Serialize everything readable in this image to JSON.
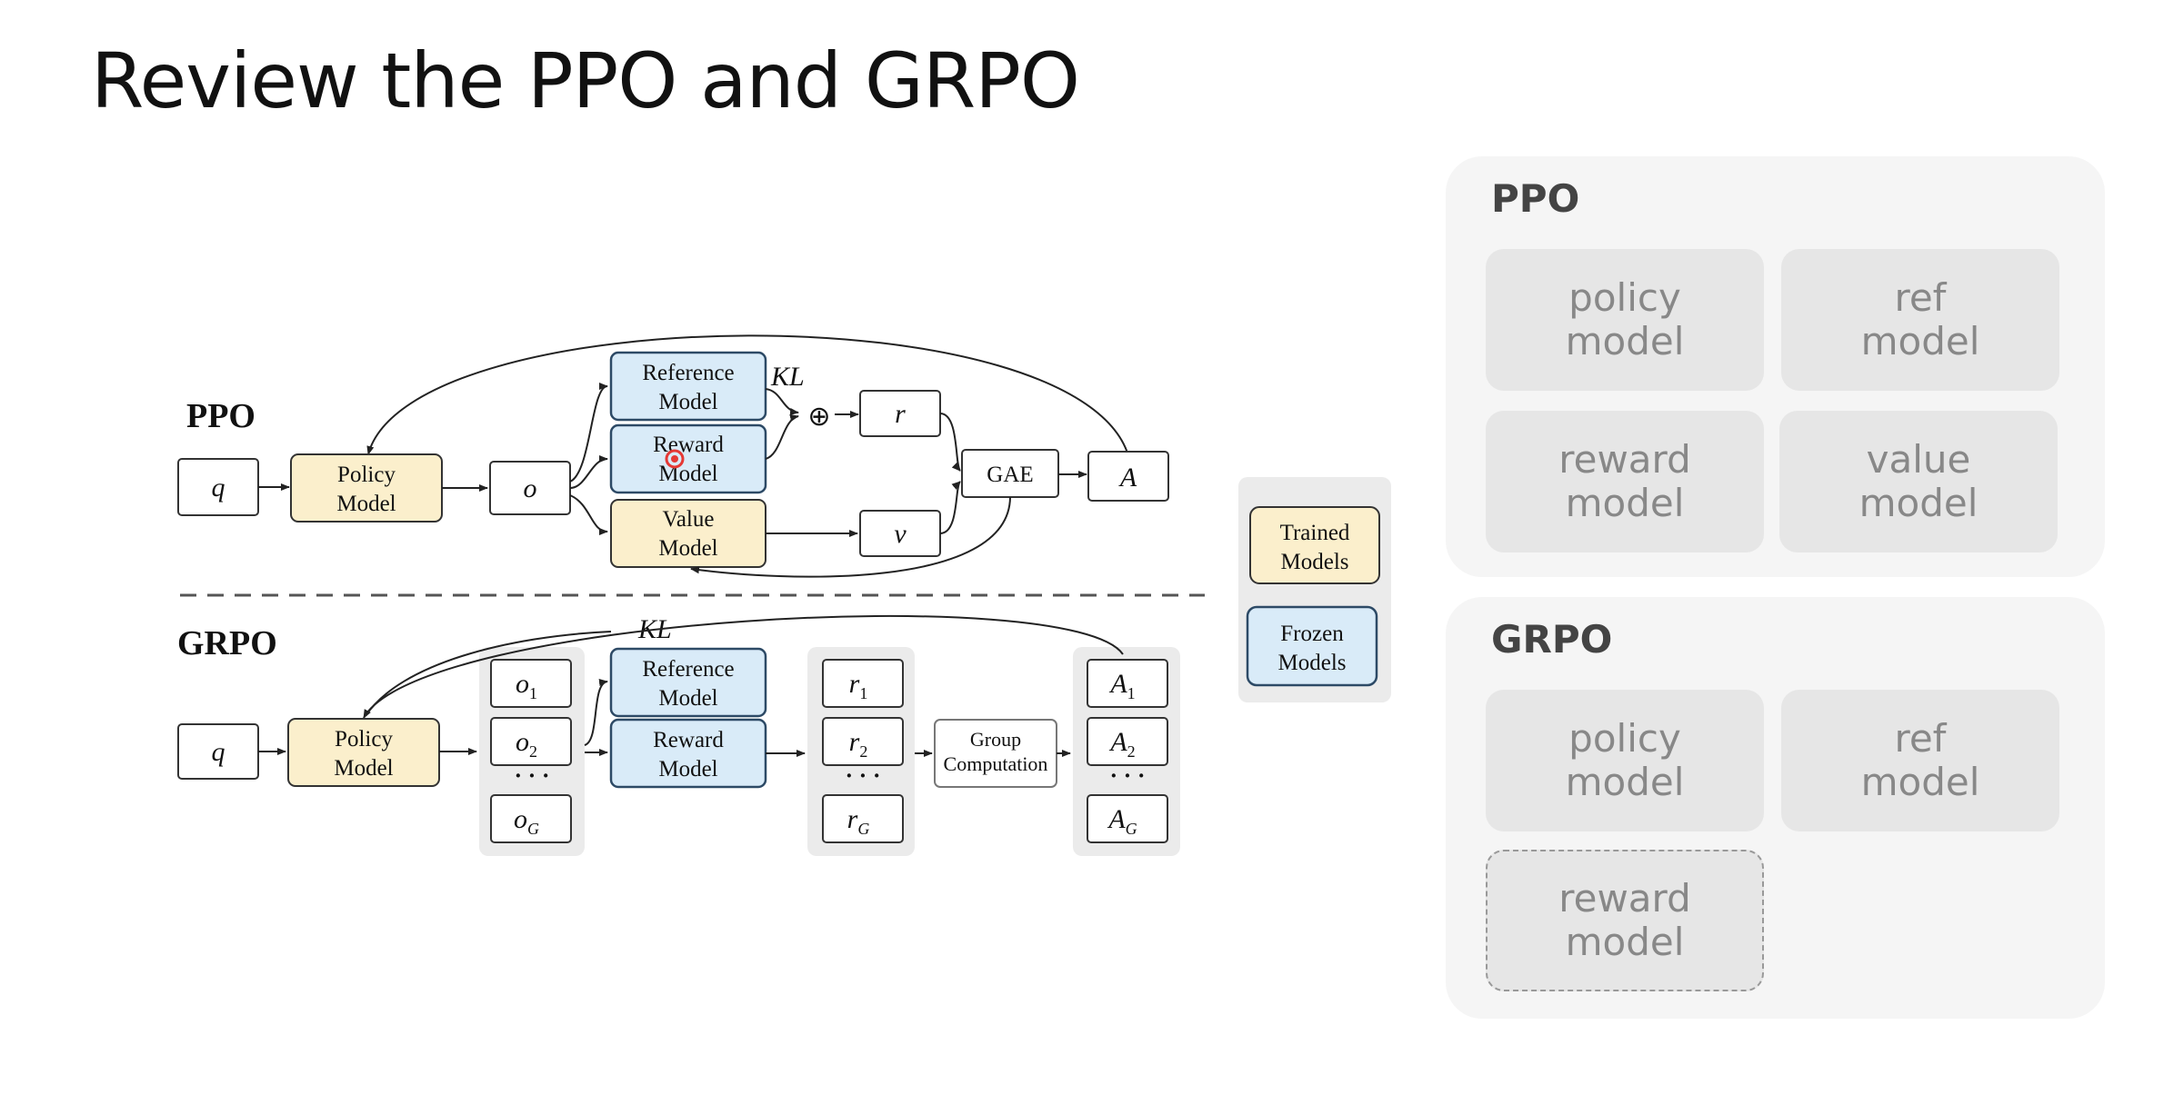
{
  "title": "Review the PPO and GRPO",
  "diagram": {
    "ppo_label": "PPO",
    "grpo_label": "GRPO",
    "q": "q",
    "o": "o",
    "r": "r",
    "v": "v",
    "A": "A",
    "kl": "KL",
    "plus": "⊕",
    "gae": "GAE",
    "policy": [
      "Policy",
      "Model"
    ],
    "reference": [
      "Reference",
      "Model"
    ],
    "reward": [
      "Reward",
      "Model"
    ],
    "value": [
      "Value",
      "Model"
    ],
    "group_comp": [
      "Group",
      "Computation"
    ],
    "trained": [
      "Trained",
      "Models"
    ],
    "frozen": [
      "Frozen",
      "Models"
    ],
    "dots": "· · ·",
    "subscript_1": "1",
    "subscript_2": "2",
    "subscript_G": "G",
    "colors": {
      "trained": "#fbefcc",
      "frozen": "#d9ebf8",
      "cursor": "#e53935"
    }
  },
  "panels": {
    "ppo": {
      "title": "PPO",
      "cards": [
        "policy\nmodel",
        "ref\nmodel",
        "reward\nmodel",
        "value\nmodel"
      ]
    },
    "grpo": {
      "title": "GRPO",
      "cards": [
        "policy\nmodel",
        "ref\nmodel",
        "reward\nmodel"
      ]
    }
  }
}
